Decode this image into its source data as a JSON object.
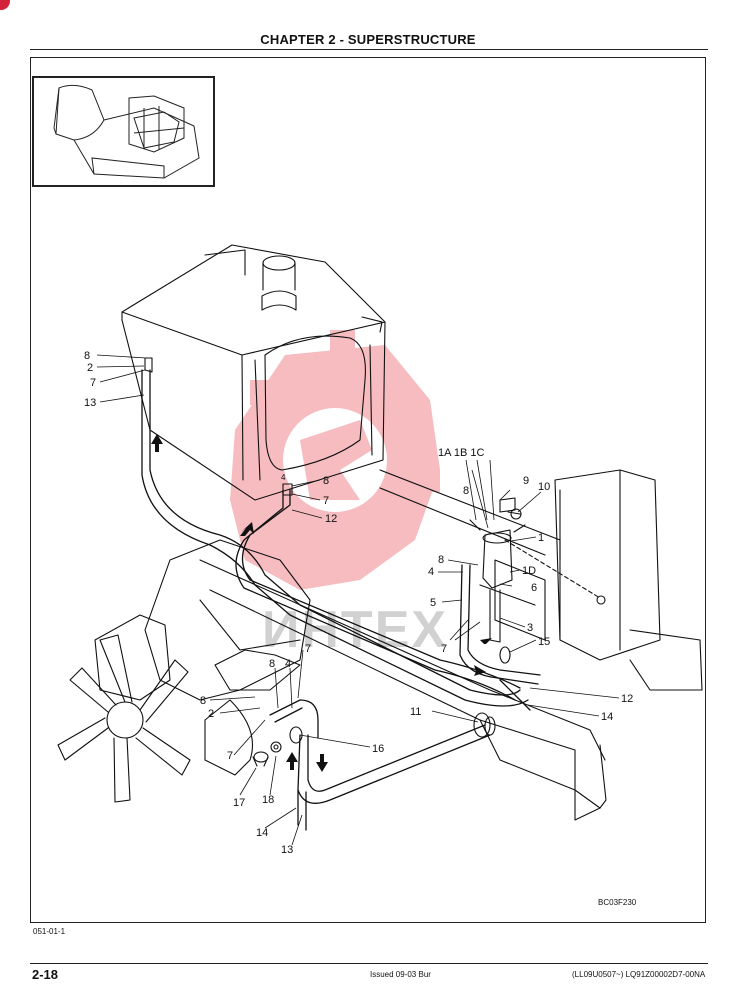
{
  "header": {
    "title": "CHAPTER 2 - SUPERSTRUCTURE"
  },
  "figure": {
    "code": "BC03F230",
    "ref": "051-01-1",
    "watermark": "ИНТЕХ",
    "callouts": {
      "c1ABC": "1A 1B 1C",
      "c1": "1",
      "c1D": "1D",
      "c2a": "2",
      "c2b": "2",
      "c3": "3",
      "c4a": "4",
      "c4b": "4",
      "c4c": "4",
      "c5": "5",
      "c6": "6",
      "c7a": "7",
      "c7b": "7",
      "c7c": "7",
      "c7d": "7",
      "c7e": "7",
      "c8a": "8",
      "c8b": "8",
      "c8c": "8",
      "c8d": "8",
      "c8e": "8",
      "c9": "9",
      "c10": "10",
      "c11": "11",
      "c12a": "12",
      "c12b": "12",
      "c13a": "13",
      "c13b": "13",
      "c14a": "14",
      "c14b": "14",
      "c15": "15",
      "c16": "16",
      "c17": "17",
      "c18": "18"
    }
  },
  "footer": {
    "page": "2-18",
    "issued": "Issued 09-03   Bur",
    "docref": "(LL09U0507~)   LQ91Z00002D7-00NA"
  },
  "colors": {
    "watermark": "#e8434e",
    "line": "#111111",
    "corner": "#d4213b"
  }
}
